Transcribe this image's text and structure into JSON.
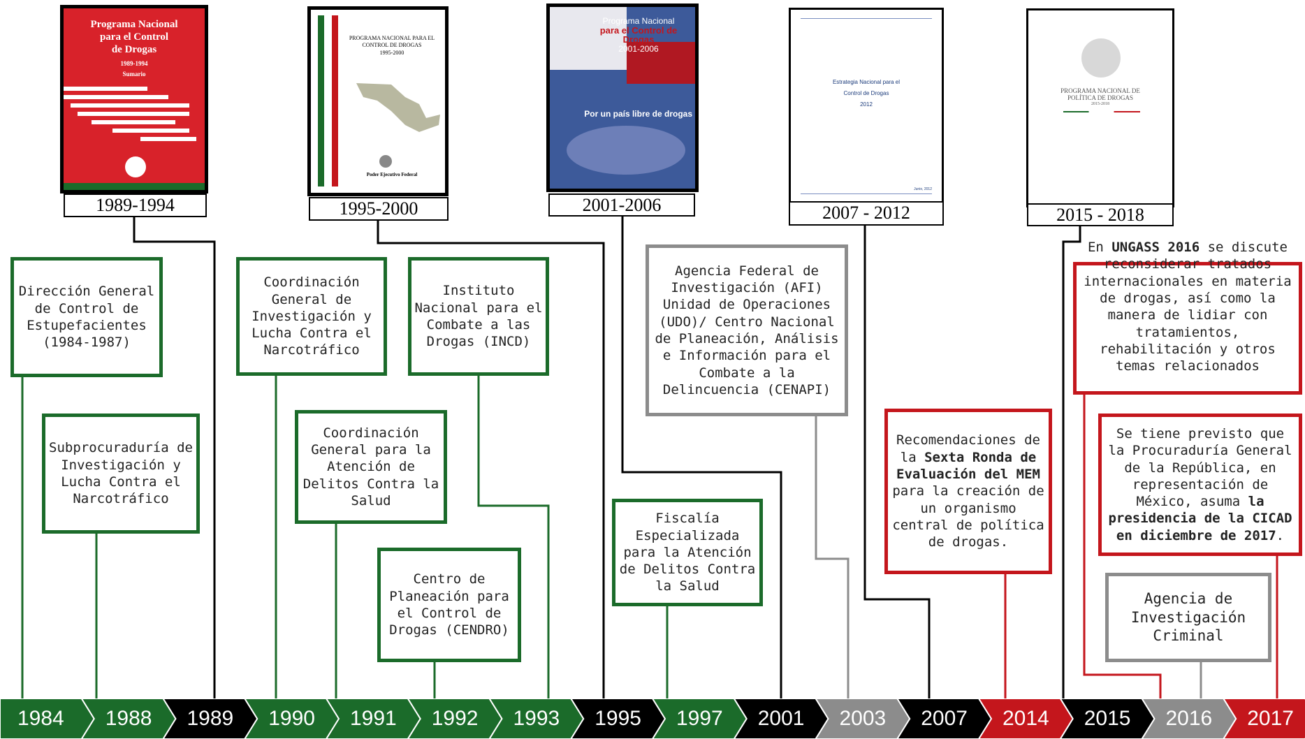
{
  "covers": [
    {
      "lines": [
        "Programa Nacional",
        "para el Control",
        "de Drogas",
        "1989-1994",
        "Sumario"
      ]
    },
    {
      "lines": [
        "PROGRAMA NACIONAL PARA EL",
        "CONTROL DE DROGAS",
        "1995-2000"
      ],
      "footer": "Poder Ejecutivo Federal"
    },
    {
      "lines": [
        "Programa Nacional",
        "para el Control de Drogas",
        "2001-2006"
      ],
      "slogan": "Por un país libre de drogas"
    },
    {
      "lines": [
        "Estrategia Nacional para el",
        "Control de Drogas",
        "2012"
      ],
      "footer": "Junio, 2012"
    },
    {
      "lines": [
        "PROGRAMA NACIONAL DE",
        "POLÍTICA DE DROGAS",
        "2015-2018"
      ]
    }
  ],
  "periods": [
    "1989-1994",
    "1995-2000",
    "2001-2006",
    "2007 - 2012",
    "2015 - 2018"
  ],
  "boxes": {
    "b1": "Dirección General de Control de Estupefacientes (1984-1987)",
    "b2": "Subprocuraduría de Investigación y Lucha Contra el Narcotráfico",
    "b3": "Coordinación General de Investigación y Lucha Contra el Narcotráfico",
    "b4": "Instituto Nacional para el Combate a las Drogas (INCD)",
    "b5": "Coordinación General para la Atención de Delitos Contra la Salud",
    "b6": "Centro de Planeación para el Control de Drogas (CENDRO)",
    "b7": "Fiscalía Especializada para la Atención de Delitos Contra la Salud",
    "b8": "Agencia Federal de Investigación (AFI) Unidad de Operaciones (UDO)/ Centro Nacional de Planeación, Análisis e Información para el Combate a la Delincuencia (CENAPI)",
    "b9": {
      "pre": "Recomendaciones de la ",
      "bold": "Sexta Ronda de Evaluación del MEM",
      "post": " para la creación de un organismo central de política de drogas."
    },
    "b10": {
      "pre": "En ",
      "bold": "UNGASS 2016",
      "post": " se discute reconsiderar tratados internacionales en materia de drogas, así como la manera de lidiar con tratamientos, rehabilitación y otros temas relacionados"
    },
    "b11": {
      "pre": "Se tiene previsto que la Procuraduría General de la República, en representación de México, asuma ",
      "bold": "la presidencia de la CICAD en diciembre de 2017",
      "post": "."
    },
    "b12": "Agencia de Investigación Criminal"
  },
  "years": [
    "1984",
    "1988",
    "1989",
    "1990",
    "1991",
    "1992",
    "1993",
    "1995",
    "1997",
    "2001",
    "2003",
    "2007",
    "2014",
    "2015",
    "2016",
    "2017"
  ],
  "colors": {
    "green": "#1b6b2a",
    "gray": "#8c8c8c",
    "red": "#c4161c",
    "black": "#000000"
  }
}
